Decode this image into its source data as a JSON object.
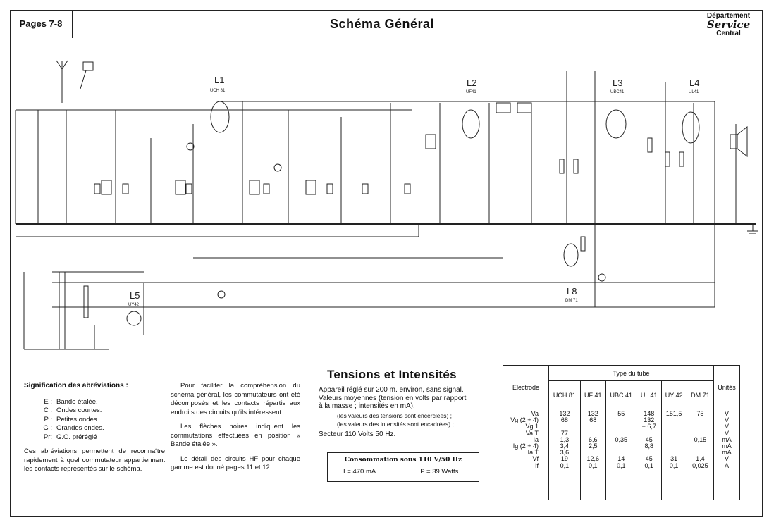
{
  "header": {
    "pages": "Pages 7-8",
    "title": "Schéma Général",
    "dept_line1": "Département",
    "dept_line2": "Service",
    "dept_line3": "Central"
  },
  "schematic": {
    "tubes": [
      {
        "id": "L1",
        "type": "UCH 81"
      },
      {
        "id": "L2",
        "type": "UF41"
      },
      {
        "id": "L3",
        "type": "UBC41"
      },
      {
        "id": "L4",
        "type": "UL41"
      },
      {
        "id": "L5",
        "type": "UY42"
      },
      {
        "id": "L8",
        "type": "DM 71"
      }
    ]
  },
  "abbreviations": {
    "title": "Signification des abréviations :",
    "items": [
      {
        "k": "E :",
        "v": "Bande étalée."
      },
      {
        "k": "C :",
        "v": "Ondes courtes."
      },
      {
        "k": "P :",
        "v": "Petites ondes."
      },
      {
        "k": "G :",
        "v": "Grandes ondes."
      },
      {
        "k": "Pr:",
        "v": "G.O. préréglé"
      }
    ],
    "note": "Ces abréviations permettent de reconnaître rapidement à quel commutateur appartiennent les contacts représentés sur le schéma."
  },
  "explanation": [
    "Pour faciliter la compréhension du schéma général, les commutateurs ont été décomposés et les contacts répartis aux endroits des circuits qu'ils intéressent.",
    "Les flèches noires indiquent les commutations effectuées en position « Bande étalée ».",
    "Le détail des circuits HF pour chaque gamme est donné pages 11 et 12."
  ],
  "tensions": {
    "title": "Tensions et Intensités",
    "l1": "Appareil réglé sur 200 m. environ, sans signal.",
    "l2": "Valeurs moyennes (tension en volts par rapport",
    "l3": "à la masse ; intensités en mA).",
    "s1": "(les valeurs des tensions sont encerclées) ;",
    "s2": "(les valeurs des intensités sont encadrées) ;",
    "sector": "Secteur 110 Volts 50 Hz."
  },
  "consumption": {
    "title": "Consommation sous 110 V/50 Hz",
    "current": "I = 470 mA.",
    "power": "P = 39 Watts."
  },
  "tube_table": {
    "electrode_header": "Electrode",
    "type_header": "Type du tube",
    "units_header": "Unités",
    "tubes": [
      "UCH 81",
      "UF 41",
      "UBC 41",
      "UL 41",
      "UY 42",
      "DM 71"
    ],
    "electrodes": "Va\nVg (2 + 4)\nVg 1\nVa T\nIa\nIg (2 + 4)\nIa T\nVf\nIf",
    "cols": [
      "132\n68\n\n77\n1,3\n3,4\n3,6\n19\n0,1",
      "132\n68\n\n\n6,6\n2,5\n\n12,6\n0,1",
      "55\n\n\n\n0,35\n\n\n14\n0,1",
      "148\n132\n− 6,7\n\n45\n8,8\n\n45\n0,1",
      "151,5\n\n\n\n\n\n\n31\n0,1",
      "75\n\n\n\n0,15\n\n\n1,4\n0,025"
    ],
    "units": "V\nV\nV\nV\nmA\nmA\nmA\nV\nA"
  }
}
